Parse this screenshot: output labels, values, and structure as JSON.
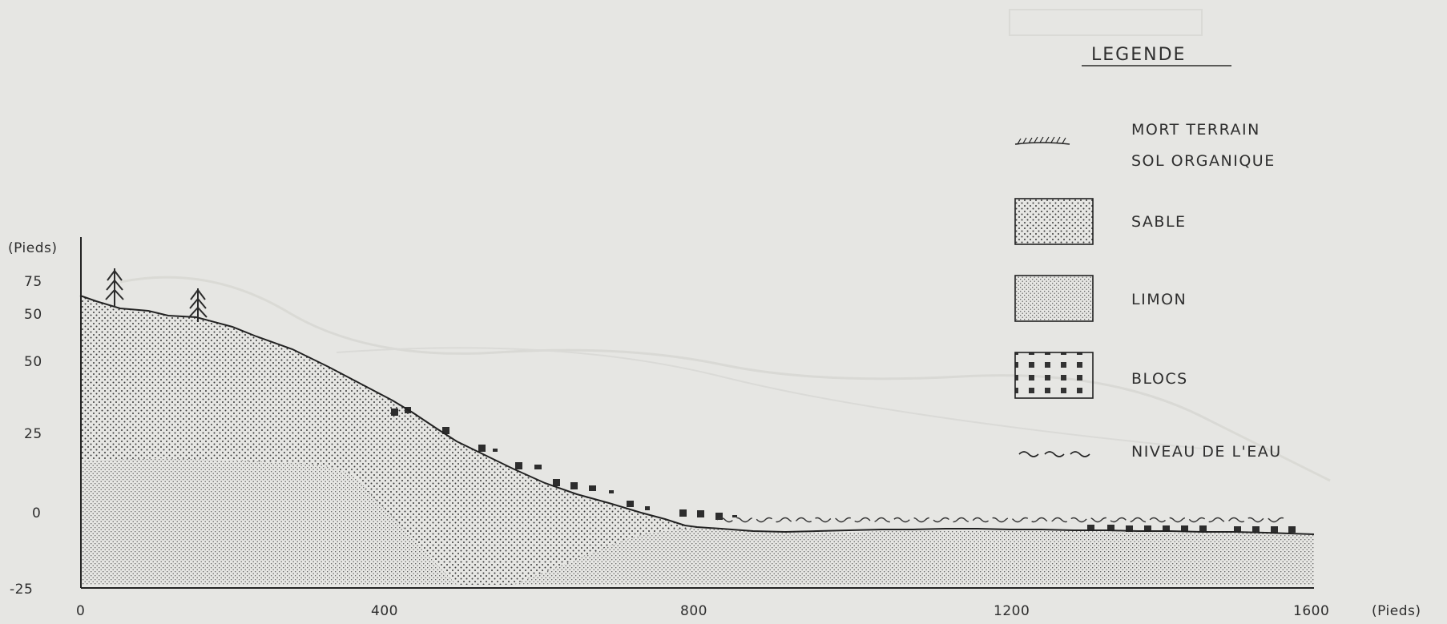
{
  "y_axis": {
    "unit": "(Pieds)",
    "ticks": [
      "75",
      "50",
      "50",
      "25",
      "0",
      "-25"
    ]
  },
  "x_axis": {
    "unit": "(Pieds)",
    "ticks": [
      "0",
      "400",
      "800",
      "1200",
      "1600"
    ]
  },
  "legend": {
    "title": "LEGENDE",
    "items": [
      {
        "symbol": "hatched-line",
        "labels": [
          "MORT TERRAIN",
          "SOL ORGANIQUE"
        ]
      },
      {
        "symbol": "coarse-dots-box",
        "labels": [
          "SABLE"
        ]
      },
      {
        "symbol": "fine-dots-box",
        "labels": [
          "LIMON"
        ]
      },
      {
        "symbol": "blocks-box",
        "labels": [
          "BLOCS"
        ]
      },
      {
        "symbol": "wave-line",
        "labels": [
          "NIVEAU DE L'EAU"
        ]
      }
    ]
  },
  "colors": {
    "paper": "#e6e6e3",
    "ink": "#2b2b2b",
    "ghost": "#c9c9c5"
  }
}
